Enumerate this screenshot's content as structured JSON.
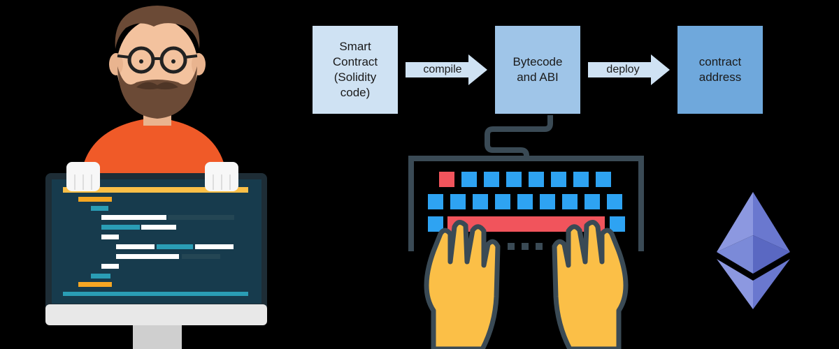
{
  "flow": {
    "step1": "Smart\nContract\n(Solidity\ncode)",
    "arrow1": "compile",
    "step2": "Bytecode\nand ABI",
    "arrow2": "deploy",
    "step3": "contract\naddress"
  },
  "colors": {
    "step1_bg": "#cfe2f3",
    "step2_bg": "#9fc5e8",
    "step3_bg": "#6fa8dc",
    "arrow_fill": "#cfe2f3",
    "shirt": "#f05a28",
    "screen": "#173b4d",
    "keyboard_keys": "#2ea3f2",
    "hands": "#fbbf47",
    "ethereum": "#7b8ad8"
  },
  "icons": [
    "developer-illustration",
    "keyboard-hands-illustration",
    "ethereum-logo-icon"
  ]
}
